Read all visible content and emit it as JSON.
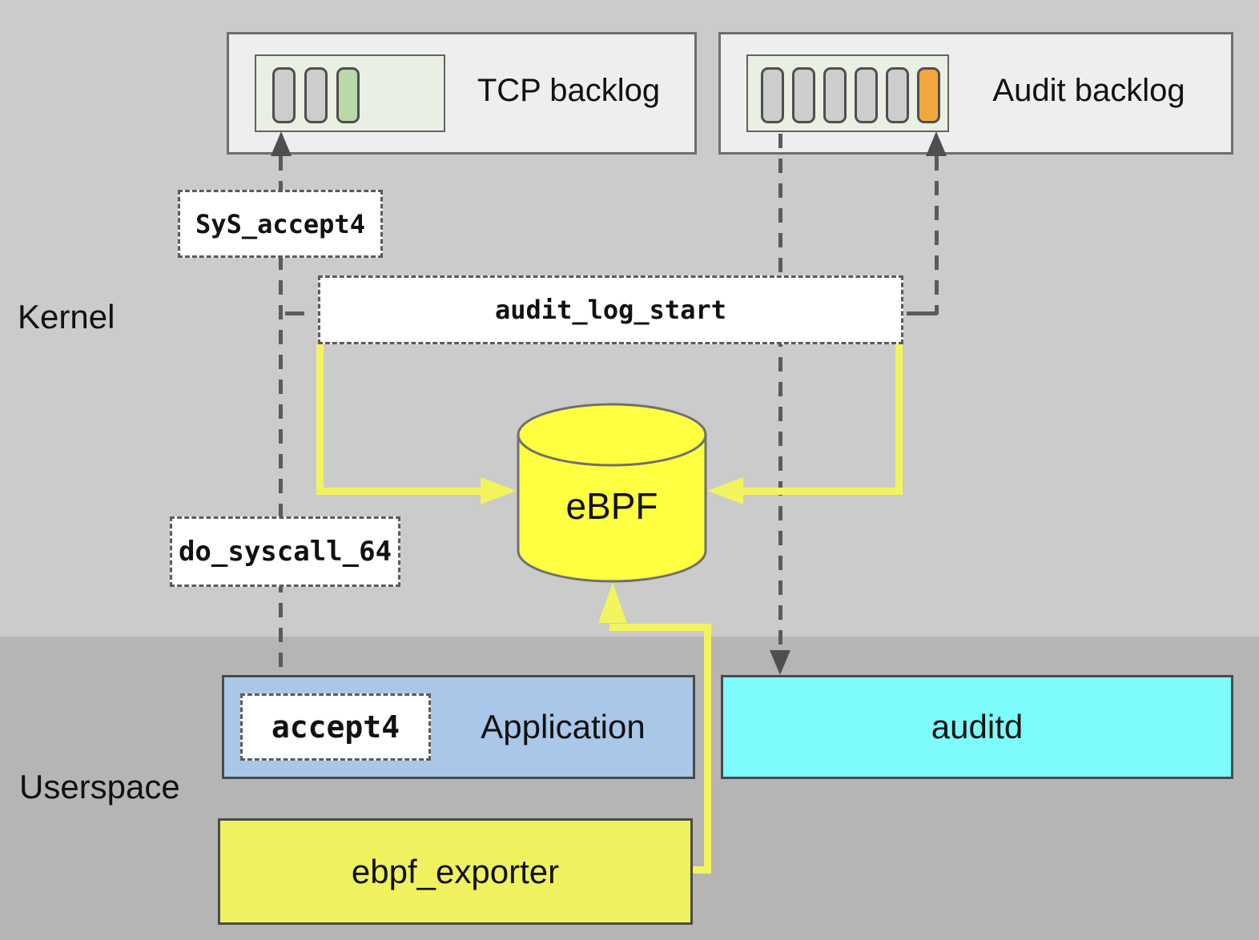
{
  "diagram": {
    "kernel_label": "Kernel",
    "userspace_label": "Userspace",
    "tcp_backlog": {
      "label": "TCP backlog",
      "slots": [
        "empty",
        "empty",
        "green"
      ]
    },
    "audit_backlog": {
      "label": "Audit backlog",
      "slots": [
        "empty",
        "empty",
        "empty",
        "empty",
        "empty",
        "orange"
      ]
    },
    "functions": {
      "sys_accept4": "SyS_accept4",
      "audit_log_start": "audit_log_start",
      "do_syscall_64": "do_syscall_64",
      "accept4": "accept4"
    },
    "nodes": {
      "ebpf": "eBPF",
      "application": "Application",
      "auditd": "auditd",
      "ebpf_exporter": "ebpf_exporter"
    },
    "colors": {
      "kernel_bg": "#cbcbcb",
      "userspace_bg": "#b5b5b5",
      "backlog_box_bg": "#eeeeee",
      "backlog_inner_bg": "#e9efe3",
      "slot_empty": "#cdcdcd",
      "slot_green": "#b9d9a9",
      "slot_orange": "#f0a73e",
      "ebpf_cylinder": "#ffff42",
      "arrow_yellow": "#f2f45e",
      "arrow_gray": "#5b5b5b",
      "application_blue": "#a9c7e8",
      "auditd_cyan": "#7dfbfd",
      "exporter_yellow": "#eff25e"
    }
  }
}
